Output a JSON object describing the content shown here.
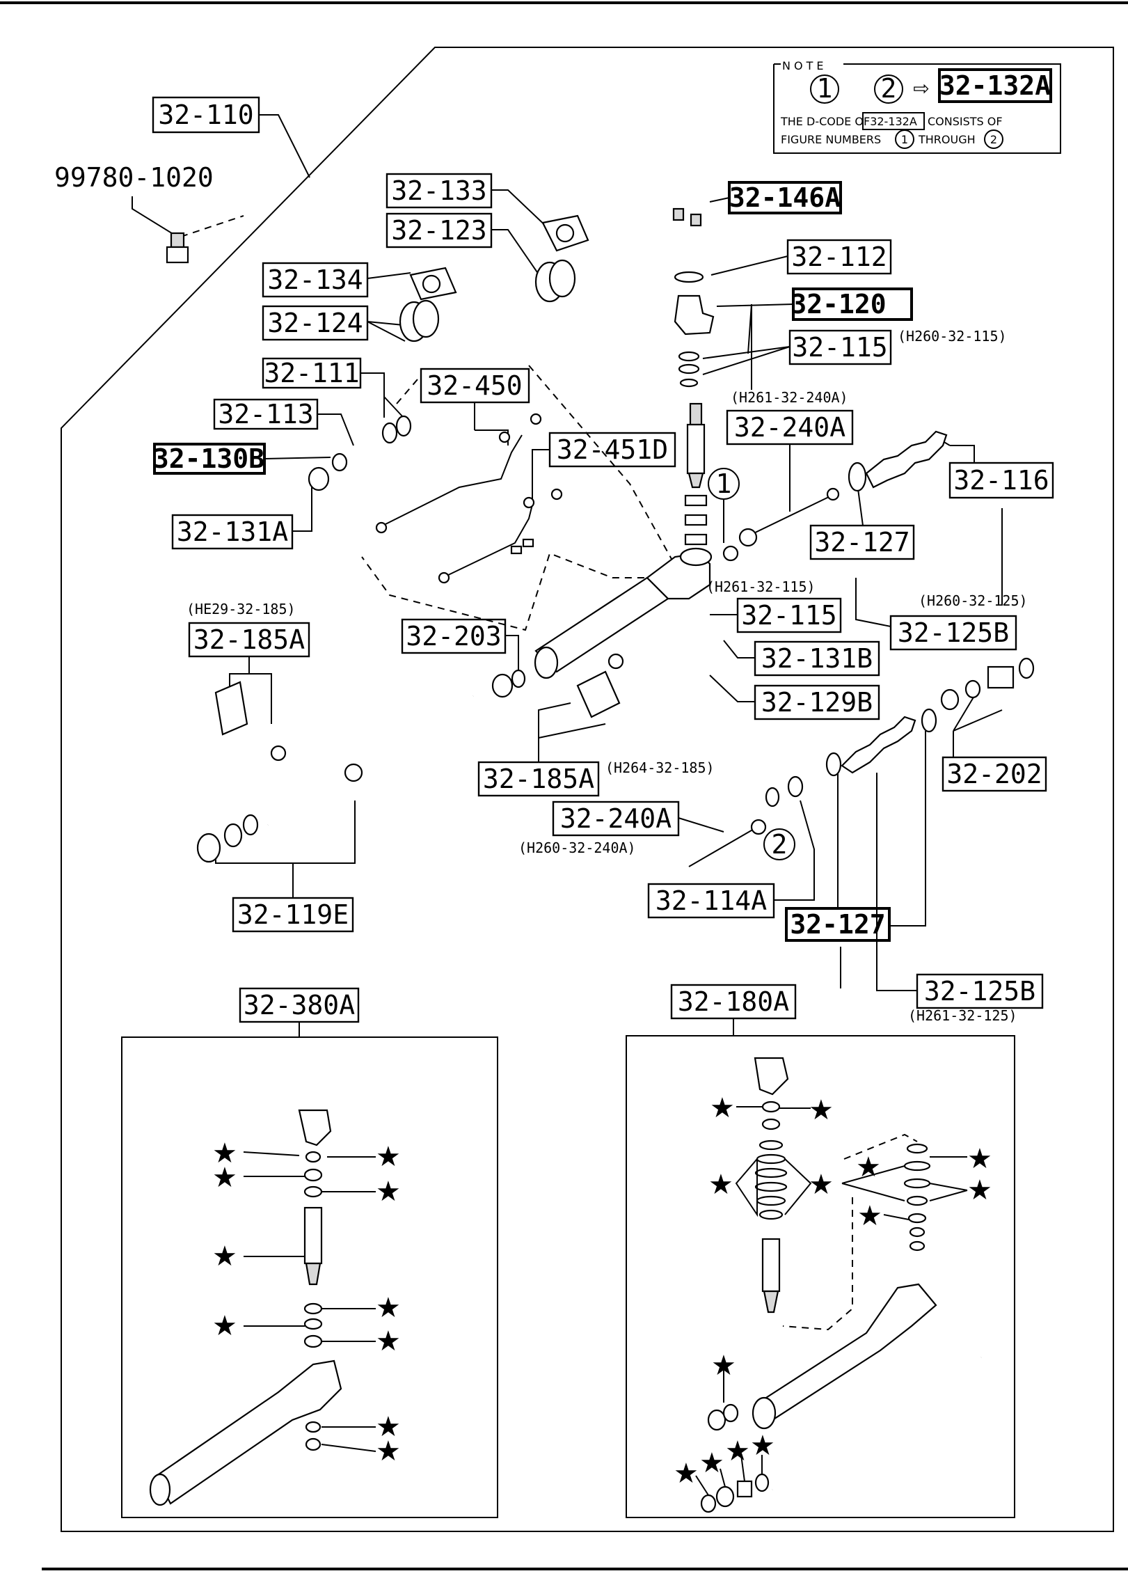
{
  "note": {
    "heading": "NOTE",
    "circle_1": "1",
    "circle_2": "2",
    "arrow": "⇨",
    "code": "32-132A",
    "line1_a": "THE D-CODE OF",
    "line1_code": "32-132A",
    "line1_b": "CONSISTS OF",
    "line2_a": "FIGURE NUMBERS",
    "line2_b": "THROUGH"
  },
  "labels": {
    "l_32_110": "32-110",
    "l_99780": "99780-1020",
    "l_32_133": "32-133",
    "l_32_123": "32-123",
    "l_32_134": "32-134",
    "l_32_124": "32-124",
    "l_32_146A": "32-146A",
    "l_32_112": "32-112",
    "l_32_120": "32-120",
    "l_32_115_top": "32-115",
    "l_h260_115": "(H260-32-115)",
    "l_32_111": "32-111",
    "l_32_450": "32-450",
    "l_32_113": "32-113",
    "l_32_130B": "32-130B",
    "l_32_131A": "32-131A",
    "l_32_451D": "32-451D",
    "l_h261_240A": "(H261-32-240A)",
    "l_32_240A_top": "32-240A",
    "l_32_116": "32-116",
    "l_32_127_top": "32-127",
    "l_h261_115": "(H261-32-115)",
    "l_h260_125": "(H260-32-125)",
    "l_32_125B_top": "32-125B",
    "l_32_115_mid": "32-115",
    "l_32_131B": "32-131B",
    "l_32_129B": "32-129B",
    "l_he29_185": "(HE29-32-185)",
    "l_32_185A_left": "32-185A",
    "l_32_203": "32-203",
    "l_32_185A_mid": "32-185A",
    "l_h264_185": "(H264-32-185)",
    "l_32_202": "32-202",
    "l_32_240A_bot": "32-240A",
    "l_h260_240A": "(H260-32-240A)",
    "l_32_114A": "32-114A",
    "l_32_127_bot": "32-127",
    "l_32_125B_bot": "32-125B",
    "l_h261_125": "(H261-32-125)",
    "l_32_119E": "32-119E",
    "l_32_380A": "32-380A",
    "l_32_180A": "32-180A",
    "circle_1": "1",
    "circle_2": "2",
    "star": "★"
  }
}
